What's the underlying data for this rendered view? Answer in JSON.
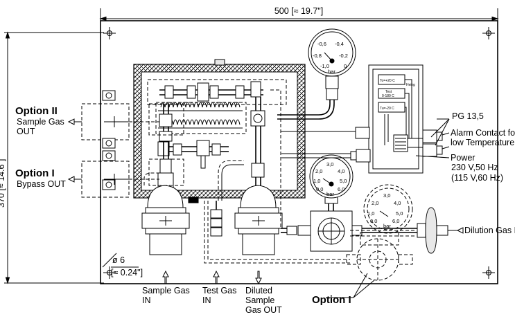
{
  "dimensions": {
    "width": "500 [≈ 19.7\"]",
    "height": "370 [≈ 14.6\"]",
    "hole_diameter": "ø 6",
    "hole_inch": "[≈ 0.24\"]"
  },
  "options": {
    "option2": {
      "title": "Option II",
      "line1": "Sample Gas",
      "line2": "OUT"
    },
    "option1": {
      "title": "Option I",
      "line1": "Bypass OUT"
    },
    "option1_bottom": "Option I"
  },
  "labels": {
    "pg": "PG 13,5",
    "alarm_line1": "Alarm Contact for",
    "alarm_line2": "low Temperature",
    "power": "Power",
    "power_spec1": "230 V,50 Hz",
    "power_spec2": "(115 V,60 Hz)",
    "dilution_in": "Dilution Gas IN",
    "sample_in_1": "Sample Gas",
    "sample_in_2": "IN",
    "test_gas_1": "Test Gas",
    "test_gas_2": "IN",
    "diluted_1": "Diluted",
    "diluted_2": "Sample",
    "diluted_3": "Gas OUT"
  },
  "gauges": {
    "top": {
      "ticks": [
        "-1,0",
        "-0,8",
        "-0,6",
        "-0,4",
        "-0,2",
        "0"
      ],
      "unit": "bar"
    },
    "middle": {
      "ticks": [
        "0,0",
        "1,0",
        "2,0",
        "3,0",
        "4,0",
        "5,0",
        "6,0"
      ],
      "unit": "bar"
    },
    "option": {
      "ticks": [
        "0,0",
        "1,0",
        "2,0",
        "3,0",
        "4,0",
        "5,0",
        "6,0"
      ],
      "unit": "bar"
    }
  },
  "thermostats": {
    "t1": "To=+20 C",
    "t1_sub": "Heizg",
    "t2": "Test",
    "t2_sub": "0-180 C",
    "t3": "Tu=-20 C"
  },
  "colors": {
    "line": "#000000",
    "hatch": "#000000",
    "background": "#ffffff"
  }
}
